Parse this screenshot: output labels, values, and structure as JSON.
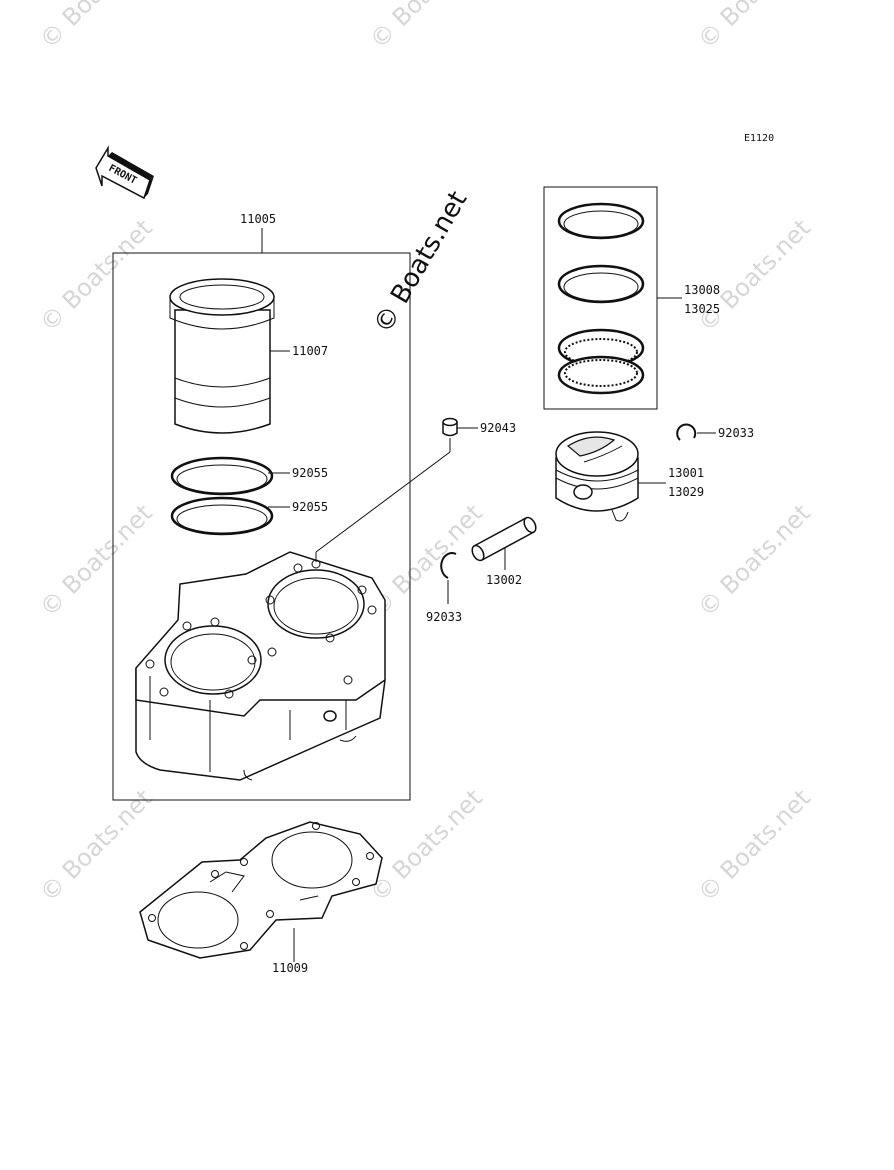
{
  "diagram_code": "E1120",
  "front_label": "FRONT",
  "watermark_main": "© Boats.net",
  "watermark_tile": "© Boats.net",
  "parts": {
    "cylinder_assy": "11005",
    "cylinder_liner": "11007",
    "o_ring_upper": "92055",
    "o_ring_lower": "92055",
    "dowel_pin": "92043",
    "piston_ring_set_a": "13008",
    "piston_ring_set_b": "13025",
    "circlip_right": "92033",
    "piston_a": "13001",
    "piston_b": "13029",
    "piston_pin": "13002",
    "circlip_left": "92033",
    "base_gasket": "11009"
  }
}
